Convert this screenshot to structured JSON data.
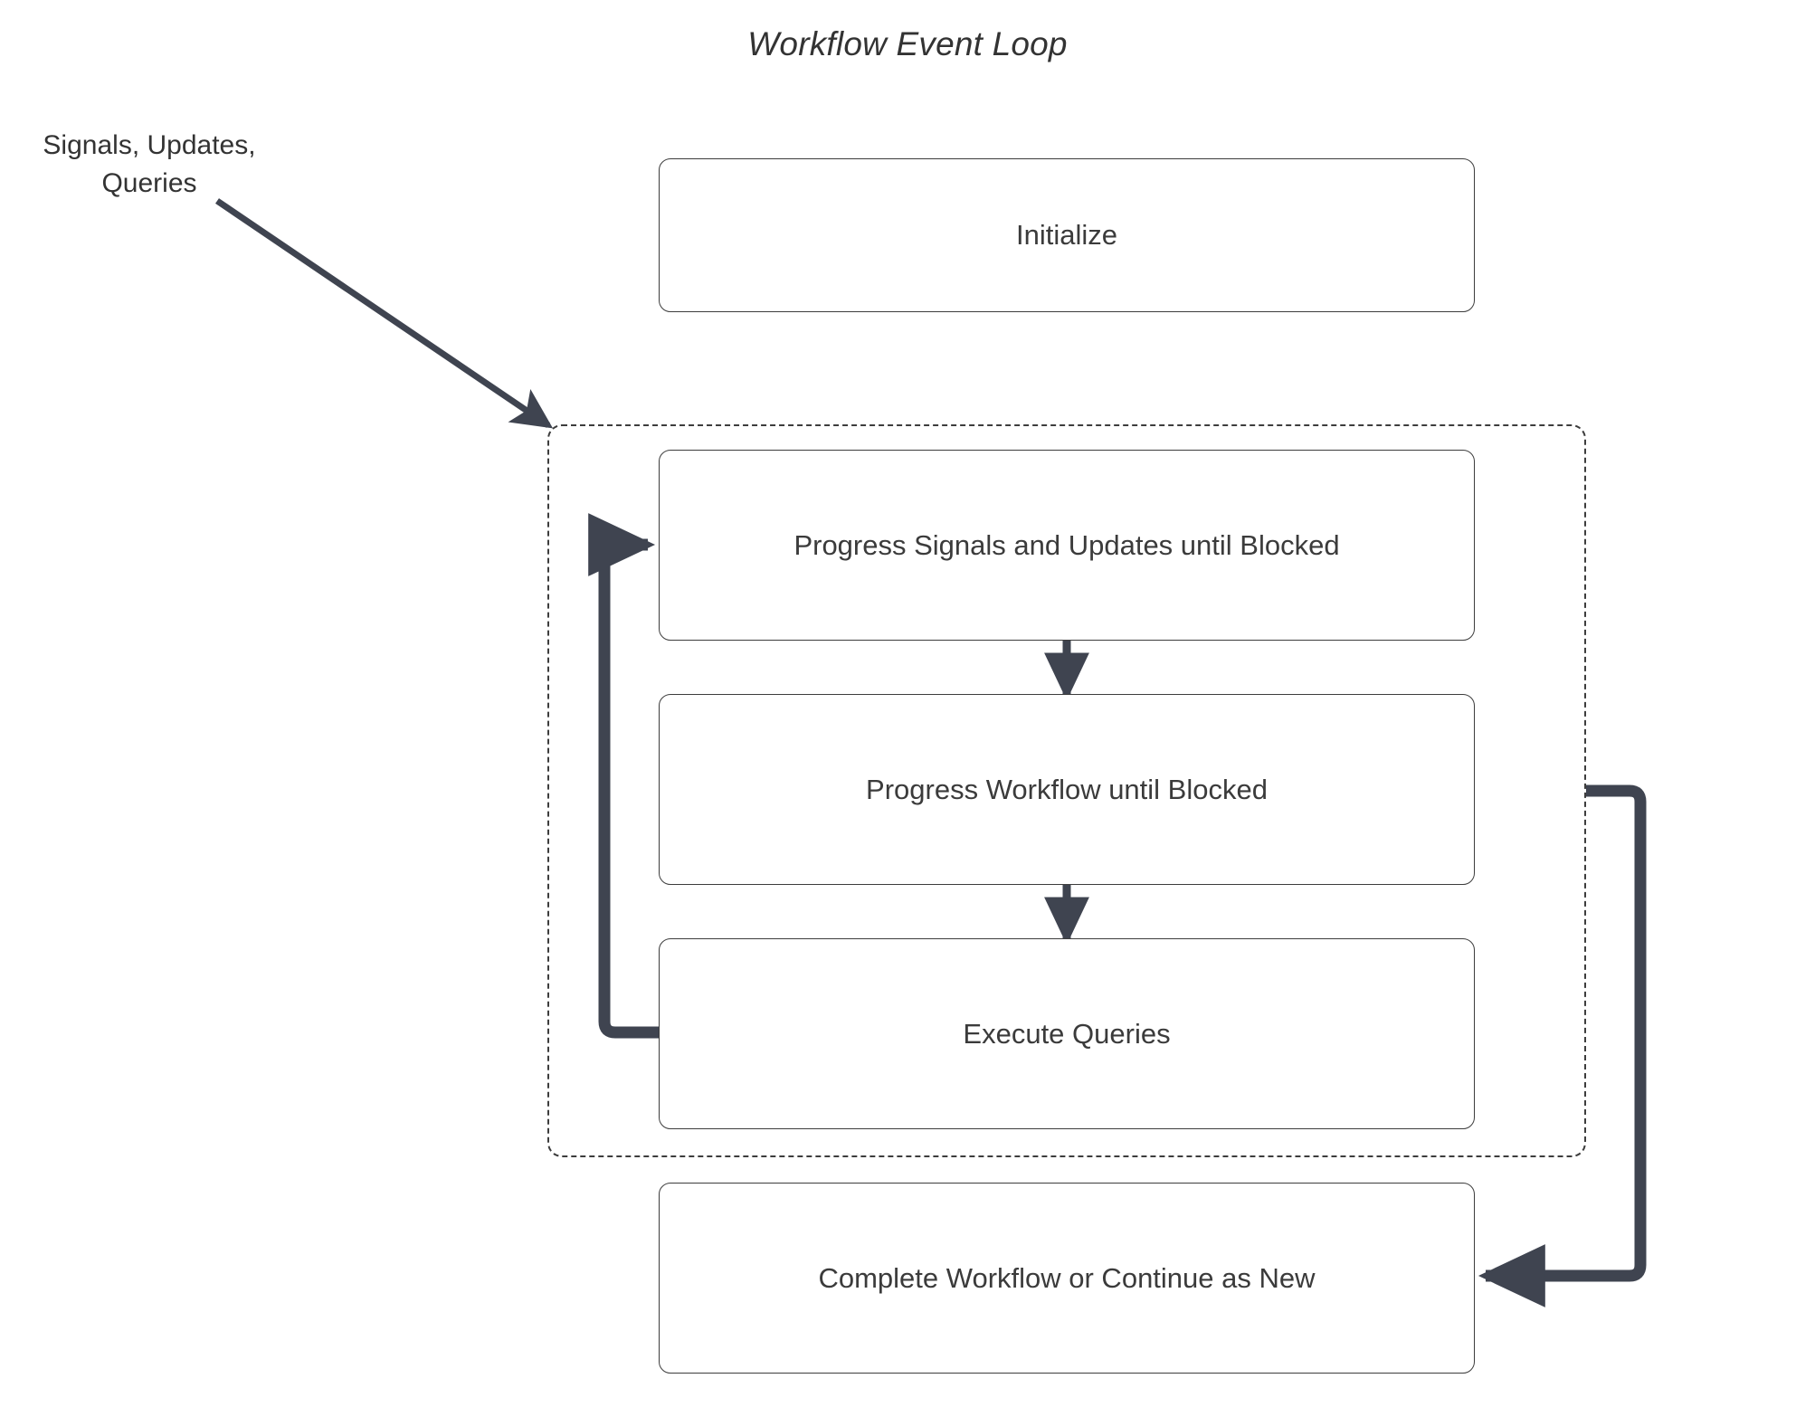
{
  "diagram": {
    "title": "Workflow Event Loop",
    "type": "flowchart",
    "external_label": "Signals, Updates, Queries",
    "external_label_line1": "Signals, Updates,",
    "external_label_line2": "Queries",
    "colors": {
      "node_border": "#3d3d3d",
      "node_fill": "#ffffff",
      "text": "#333333",
      "edge": "#3f4450",
      "container_border": "#3d3d3d",
      "background": "#ffffff"
    },
    "nodes": [
      {
        "id": "initialize",
        "label": "Initialize"
      },
      {
        "id": "progress-signals",
        "label": "Progress Signals and Updates until Blocked"
      },
      {
        "id": "progress-workflow",
        "label": "Progress Workflow until Blocked"
      },
      {
        "id": "execute-queries",
        "label": "Execute Queries"
      },
      {
        "id": "complete-workflow",
        "label": "Complete Workflow or Continue as New"
      }
    ],
    "container": {
      "id": "event-loop-container",
      "label": "",
      "style": "dashed"
    },
    "edges": [
      {
        "id": "edge-external-to-loop",
        "from": "Signals, Updates, Queries",
        "to": "event-loop-container",
        "style": "solid-arrow"
      },
      {
        "id": "edge-signals-to-workflow",
        "from": "progress-signals",
        "to": "progress-workflow",
        "style": "solid-arrow"
      },
      {
        "id": "edge-workflow-to-queries",
        "from": "progress-workflow",
        "to": "execute-queries",
        "style": "solid-arrow"
      },
      {
        "id": "edge-queries-to-signals",
        "from": "execute-queries",
        "to": "progress-signals",
        "style": "loop-back-arrow"
      },
      {
        "id": "edge-loop-to-complete",
        "from": "event-loop-container",
        "to": "complete-workflow",
        "style": "solid-arrow"
      }
    ]
  }
}
